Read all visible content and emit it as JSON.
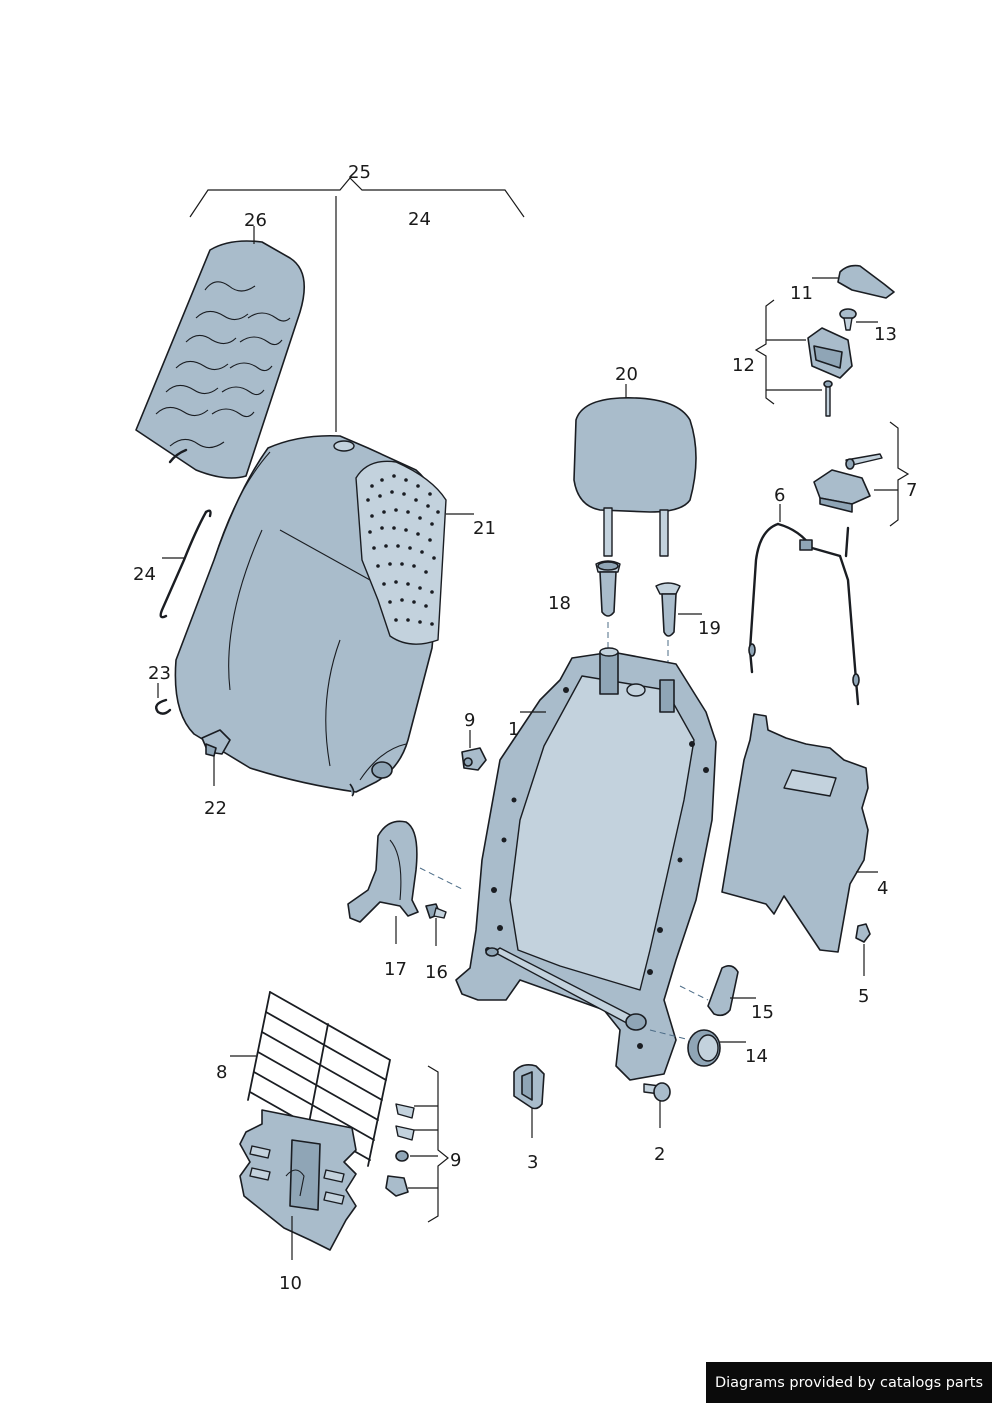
{
  "footer": {
    "text": "Diagrams provided by catalogs parts"
  },
  "colors": {
    "part_fill": "#a9bccb",
    "outline": "#1a1d22",
    "footer_bg": "#0b0b0b"
  },
  "labels": {
    "n1": "1",
    "n2": "2",
    "n3": "3",
    "n4": "4",
    "n5": "5",
    "n6": "6",
    "n7": "7",
    "n8": "8",
    "n9a": "9",
    "n9b": "9",
    "n10": "10",
    "n11": "11",
    "n12": "12",
    "n13": "13",
    "n14": "14",
    "n15": "15",
    "n16": "16",
    "n17": "17",
    "n18": "18",
    "n19": "19",
    "n20": "20",
    "n21": "21",
    "n22": "22",
    "n23": "23",
    "n24a": "24",
    "n24b": "24",
    "n25": "25",
    "n26": "26"
  }
}
